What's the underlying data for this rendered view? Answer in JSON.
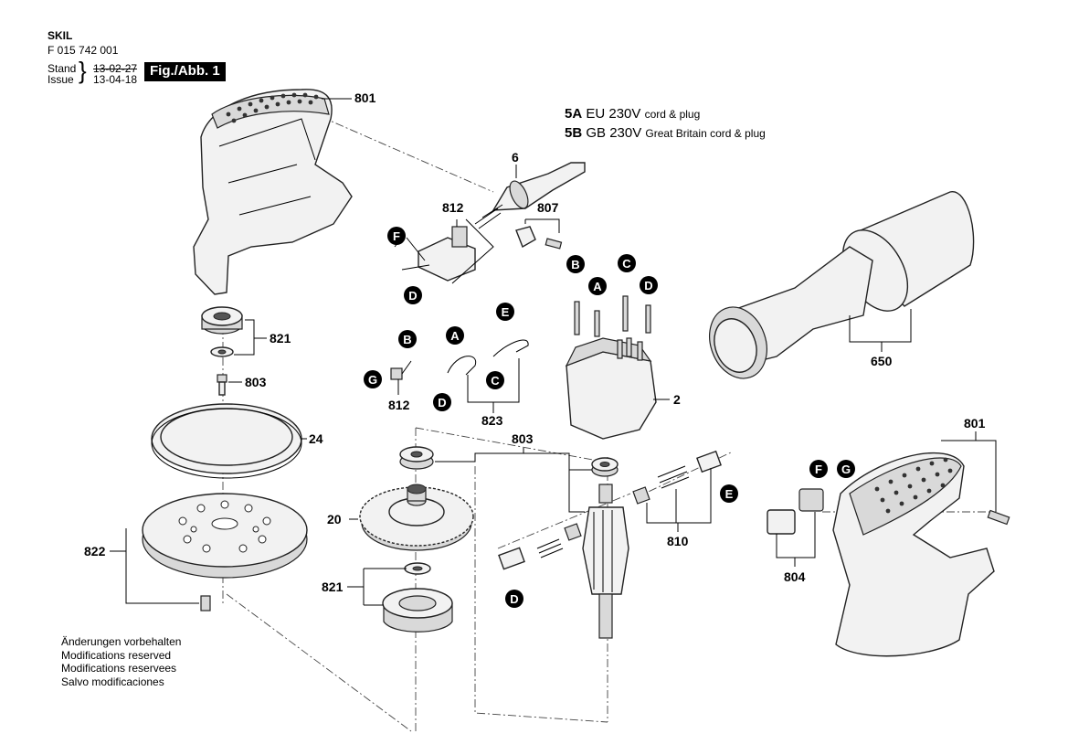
{
  "header": {
    "brand": "SKIL",
    "part_number": "F 015 742 001",
    "stand_label": "Stand",
    "issue_label": "Issue",
    "stand_date": "13-02-27",
    "issue_date": "13-04-18",
    "figure_label": "Fig./Abb. 1"
  },
  "cord_options": [
    {
      "code": "5A",
      "spec": "EU 230V",
      "desc": "cord & plug"
    },
    {
      "code": "5B",
      "spec": "GB 230V",
      "desc": "Great Britain cord & plug"
    }
  ],
  "part_labels": {
    "p801_top": "801",
    "p821_top": "821",
    "p803_screw": "803",
    "p24": "24",
    "p822": "822",
    "p20": "20",
    "p821_bottom": "821",
    "p6": "6",
    "p812_top": "812",
    "p807": "807",
    "p812_left": "812",
    "p823": "823",
    "p2": "2",
    "p803_right": "803",
    "p810": "810",
    "p650": "650",
    "p801_right": "801",
    "p804": "804"
  },
  "connector_letters": {
    "f_top": "F",
    "d_top": "D",
    "b_mid": "B",
    "a_mid": "A",
    "c_mid": "C",
    "d_mid": "D",
    "b_left": "B",
    "g_left": "G",
    "a_left": "A",
    "d_left": "D",
    "e_left": "E",
    "c_left": "C",
    "e_right": "E",
    "d_bottom": "D",
    "f_right": "F",
    "g_right": "G"
  },
  "notes": [
    "Änderungen vorbehalten",
    "Modifications reserved",
    "Modifications reservees",
    "Salvo modificaciones"
  ]
}
